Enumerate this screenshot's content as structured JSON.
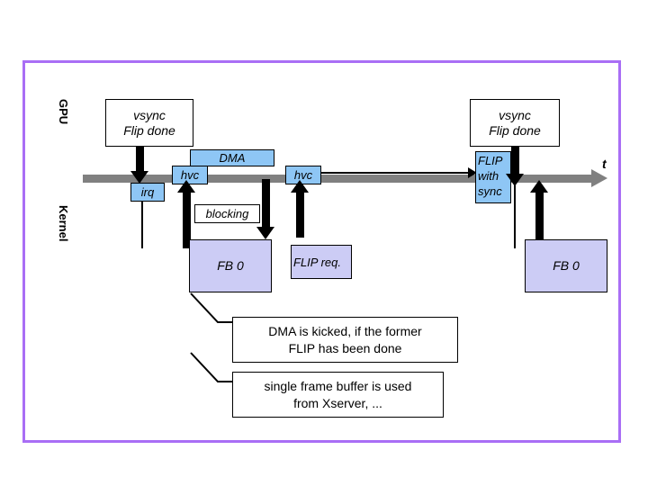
{
  "slide": {
    "frame_color": "#a96ef5",
    "background": "#ffffff"
  },
  "lanes": [
    {
      "id": "gpu",
      "label": "GPU"
    },
    {
      "id": "kernel",
      "label": "Kernel"
    }
  ],
  "timeline": {
    "axis_variable": "t",
    "color": "#808080"
  },
  "events": {
    "vsync_left": {
      "line1": "vsync",
      "line2": "Flip done"
    },
    "vsync_right": {
      "line1": "vsync",
      "line2": "Flip done"
    },
    "irq": "irq",
    "hvc_1": "hvc",
    "hvc_2": "hvc",
    "dma": "DMA",
    "blocking": "blocking",
    "flip_req": "FLIP req.",
    "flip_with_sync": {
      "line1": "FLIP",
      "line2": "with",
      "line3": "sync"
    },
    "fb_left": "FB 0",
    "fb_right": "FB 0"
  },
  "notes": [
    {
      "id": "note-dma",
      "line1": "DMA is kicked, if the former",
      "line2": "FLIP has been done"
    },
    {
      "id": "note-fb",
      "line1": "single frame buffer is used",
      "line2": "from Xserver, ..."
    }
  ],
  "colors": {
    "blue_box": "#8ec6f5",
    "lavender_box": "#ccccf5",
    "timeline_gray": "#808080",
    "frame_purple": "#a96ef5"
  }
}
